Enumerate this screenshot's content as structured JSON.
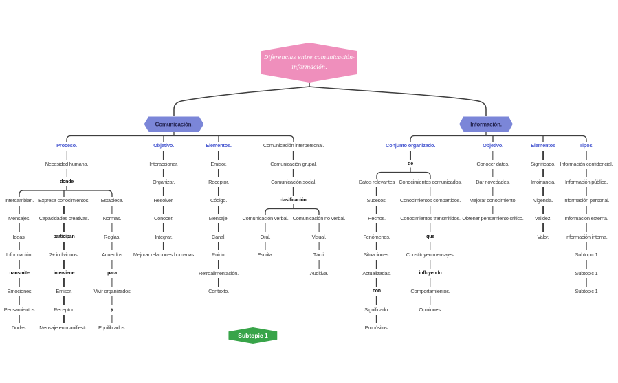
{
  "root_node": {
    "label_line1": "Diferencias entre comunicación-",
    "label_line2": "información.",
    "fill": "#ef8fbc",
    "text_color": "#ffffff"
  },
  "branches": {
    "comunicacion": {
      "label": "Comunicación.",
      "fill": "#7b86d8"
    },
    "informacion": {
      "label": "Información.",
      "fill": "#7b86d8"
    }
  },
  "floating_node": {
    "label": "Subtopic 1",
    "fill": "#38a449"
  },
  "colors": {
    "header_text": "#4a5ad1",
    "body_text": "#3e3e3e",
    "connector_line": "#3e3e3e",
    "background": "#ffffff"
  },
  "columns": {
    "proceso": [
      {
        "label": "Proceso.",
        "kind": "header"
      },
      {
        "label": "Necesidad humana.",
        "kind": "text"
      },
      {
        "label": "donde",
        "kind": "link"
      }
    ],
    "proceso_intercambian": [
      {
        "label": "Intercambian.",
        "kind": "text"
      },
      {
        "label": "Mensajes.",
        "kind": "text"
      },
      {
        "label": "Ideas.",
        "kind": "text"
      },
      {
        "label": "Información.",
        "kind": "text"
      },
      {
        "label": "transmite",
        "kind": "link"
      },
      {
        "label": "Emociones",
        "kind": "text"
      },
      {
        "label": "Pensamientos",
        "kind": "text"
      },
      {
        "label": "Dudas.",
        "kind": "text"
      }
    ],
    "proceso_expresa": [
      {
        "label": "Expresa conocimientos.",
        "kind": "text"
      },
      {
        "label": "Capacidades creativas.",
        "kind": "text"
      },
      {
        "label": "participan",
        "kind": "link"
      },
      {
        "label": "2+ individuos.",
        "kind": "text"
      },
      {
        "label": "interviene",
        "kind": "link"
      },
      {
        "label": "Emisor.",
        "kind": "text"
      },
      {
        "label": "Receptor.",
        "kind": "text"
      },
      {
        "label": "Mensaje en manifiesto.",
        "kind": "text"
      }
    ],
    "proceso_establece": [
      {
        "label": "Establece.",
        "kind": "text"
      },
      {
        "label": "Normas.",
        "kind": "text"
      },
      {
        "label": "Reglas.",
        "kind": "text"
      },
      {
        "label": "Acuerdos",
        "kind": "text"
      },
      {
        "label": "para",
        "kind": "link"
      },
      {
        "label": "Vivir organizados",
        "kind": "text"
      },
      {
        "label": "y",
        "kind": "link"
      },
      {
        "label": "Equilibrados.",
        "kind": "text"
      }
    ],
    "objetivo_comunicacion": [
      {
        "label": "Objetivo.",
        "kind": "header"
      },
      {
        "label": "Interaccionar.",
        "kind": "text"
      },
      {
        "label": "Organizar.",
        "kind": "text"
      },
      {
        "label": "Resolver.",
        "kind": "text"
      },
      {
        "label": "Conocer.",
        "kind": "text"
      },
      {
        "label": "Integrar.",
        "kind": "text"
      },
      {
        "label": "Mejorar relaciones humanas",
        "kind": "text"
      }
    ],
    "elementos_comunicacion": [
      {
        "label": "Elementos.",
        "kind": "header"
      },
      {
        "label": "Emisor.",
        "kind": "text"
      },
      {
        "label": "Receptor.",
        "kind": "text"
      },
      {
        "label": "Código.",
        "kind": "text"
      },
      {
        "label": "Mensaje.",
        "kind": "text"
      },
      {
        "label": "Canal.",
        "kind": "text"
      },
      {
        "label": "Ruido.",
        "kind": "text"
      },
      {
        "label": "Retroalimentación.",
        "kind": "text"
      },
      {
        "label": "Contexto.",
        "kind": "text"
      }
    ],
    "interpersonal": [
      {
        "label": "Comunicación interpersonal.",
        "kind": "text"
      },
      {
        "label": "Comunicación grupal.",
        "kind": "text"
      },
      {
        "label": "Comunicación social.",
        "kind": "text"
      },
      {
        "label": "clasificación.",
        "kind": "link"
      }
    ],
    "verbal": [
      {
        "label": "Comunicación verbal.",
        "kind": "text"
      },
      {
        "label": "Oral.",
        "kind": "text"
      },
      {
        "label": "Escrita.",
        "kind": "text"
      }
    ],
    "no_verbal": [
      {
        "label": "Comunicación no verbal.",
        "kind": "text"
      },
      {
        "label": "Visual.",
        "kind": "text"
      },
      {
        "label": "Táctil",
        "kind": "text"
      },
      {
        "label": "Auditiva.",
        "kind": "text"
      }
    ],
    "conjunto_organizado": [
      {
        "label": "Conjunto organizado.",
        "kind": "header"
      },
      {
        "label": "de",
        "kind": "link"
      }
    ],
    "datos_relevantes": [
      {
        "label": "Datos relevantes",
        "kind": "text"
      },
      {
        "label": "Sucesos.",
        "kind": "text"
      },
      {
        "label": "Hechos.",
        "kind": "text"
      },
      {
        "label": "Fenómenos.",
        "kind": "text"
      },
      {
        "label": "Situaciones.",
        "kind": "text"
      },
      {
        "label": "Actualizadas.",
        "kind": "text"
      },
      {
        "label": "con",
        "kind": "link"
      },
      {
        "label": "Significado.",
        "kind": "text"
      },
      {
        "label": "Propósitos.",
        "kind": "text"
      }
    ],
    "conocimientos": [
      {
        "label": "Conocimientos comunicados.",
        "kind": "text"
      },
      {
        "label": "Conocimientos compartidos.",
        "kind": "text"
      },
      {
        "label": "Conocimientos transmitidos.",
        "kind": "text"
      },
      {
        "label": "que",
        "kind": "link"
      },
      {
        "label": "Constituyen mensajes.",
        "kind": "text"
      },
      {
        "label": "influyendo",
        "kind": "link"
      },
      {
        "label": "Comportamientos.",
        "kind": "text"
      },
      {
        "label": "Opiniones.",
        "kind": "text"
      }
    ],
    "objetivo_informacion": [
      {
        "label": "Objetivo.",
        "kind": "header"
      },
      {
        "label": "Conocer datos.",
        "kind": "text"
      },
      {
        "label": "Dar novedades.",
        "kind": "text"
      },
      {
        "label": "Mejorar conocimiento.",
        "kind": "text"
      },
      {
        "label": "Obtener pensamiento crítico.",
        "kind": "text"
      }
    ],
    "elementos_informacion": [
      {
        "label": "Elementos",
        "kind": "header"
      },
      {
        "label": "Significado.",
        "kind": "text"
      },
      {
        "label": "Imoirtancia.",
        "kind": "text"
      },
      {
        "label": "Vigencia.",
        "kind": "text"
      },
      {
        "label": "Validez.",
        "kind": "text"
      },
      {
        "label": "Valor.",
        "kind": "text"
      }
    ],
    "tipos": [
      {
        "label": "Tipos.",
        "kind": "header"
      },
      {
        "label": "Información confidencial.",
        "kind": "text"
      },
      {
        "label": "Información pública.",
        "kind": "text"
      },
      {
        "label": "Información personal.",
        "kind": "text"
      },
      {
        "label": "Información externa.",
        "kind": "text"
      },
      {
        "label": "Información interna.",
        "kind": "text"
      },
      {
        "label": "Subtopic 1",
        "kind": "text"
      },
      {
        "label": "Subtopic 1",
        "kind": "text"
      },
      {
        "label": "Subtopic 1",
        "kind": "text"
      }
    ]
  }
}
